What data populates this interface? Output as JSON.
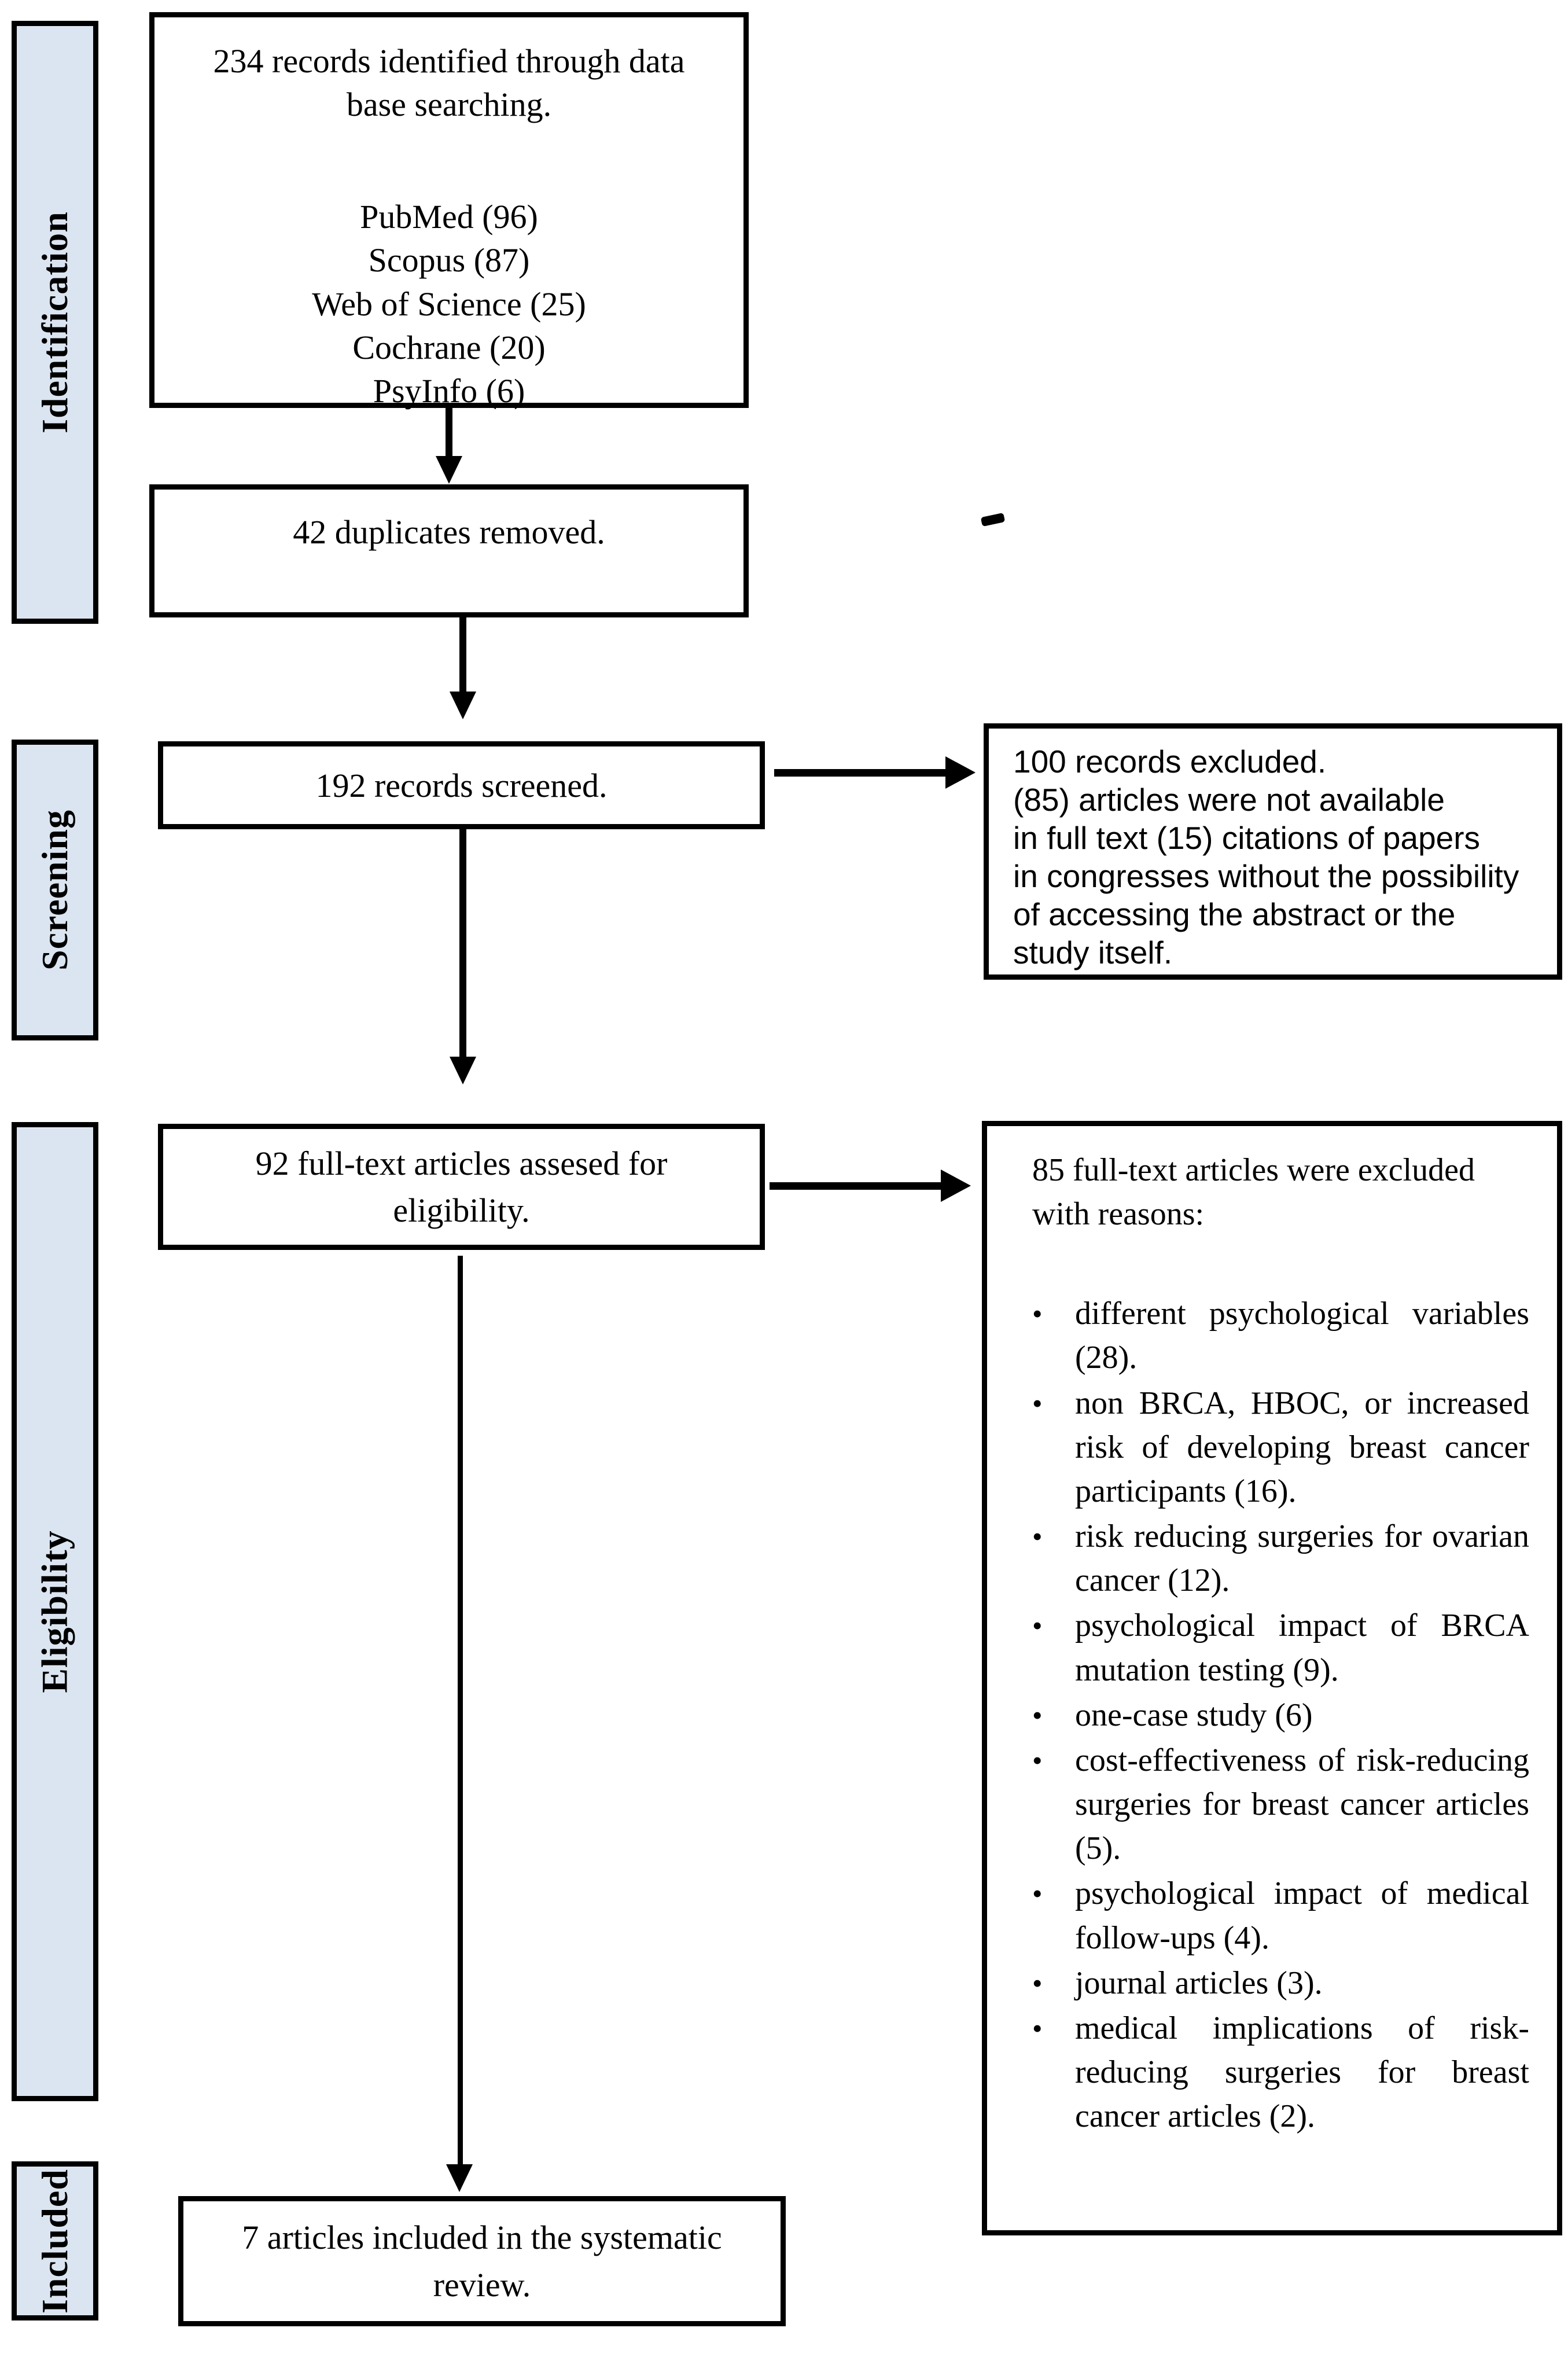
{
  "diagram": {
    "type": "prisma-flowchart",
    "bullet_glyph": "•",
    "colors": {
      "stage_fill": "#dbe5f1",
      "border": "#000000",
      "box_fill": "#ffffff"
    },
    "stages": [
      {
        "label": "Identification"
      },
      {
        "label": "Screening"
      },
      {
        "label": "Eligibility"
      },
      {
        "label": "Included"
      }
    ],
    "boxes": {
      "identified": {
        "heading_lines": [
          "234 records identified through data",
          "base searching."
        ],
        "sources": [
          "PubMed (96)",
          "Scopus (87)",
          "Web of Science (25)",
          "Cochrane (20)",
          "PsyInfo (6)"
        ]
      },
      "duplicates": {
        "text": "42 duplicates removed."
      },
      "screened": {
        "text": "192 records screened."
      },
      "excluded_screening": {
        "lines": [
          "100 records excluded.",
          "(85) articles were not available",
          "in full text (15) citations of papers",
          "in congresses without the possibility",
          "of accessing the abstract or the",
          "study itself."
        ]
      },
      "eligibility": {
        "lines": [
          "92 full-text articles assesed for",
          "eligibility."
        ]
      },
      "excluded_eligibility": {
        "heading_lines": [
          "85 full-text articles were excluded",
          "with reasons:"
        ],
        "reasons": [
          "different psychological variables (28).",
          "non BRCA, HBOC, or increased risk of developing breast cancer participants (16).",
          "risk reducing surgeries for ovarian cancer (12).",
          "psychological impact of BRCA mutation testing (9).",
          "one-case study (6)",
          "cost-effectiveness of risk-reducing surgeries for breast cancer articles (5).",
          "psychological impact of medical follow-ups (4).",
          "journal articles (3).",
          "medical implications of risk-reducing surgeries for breast cancer articles (2)."
        ]
      },
      "included": {
        "lines": [
          "7 articles included in the systematic",
          "review."
        ]
      }
    }
  }
}
